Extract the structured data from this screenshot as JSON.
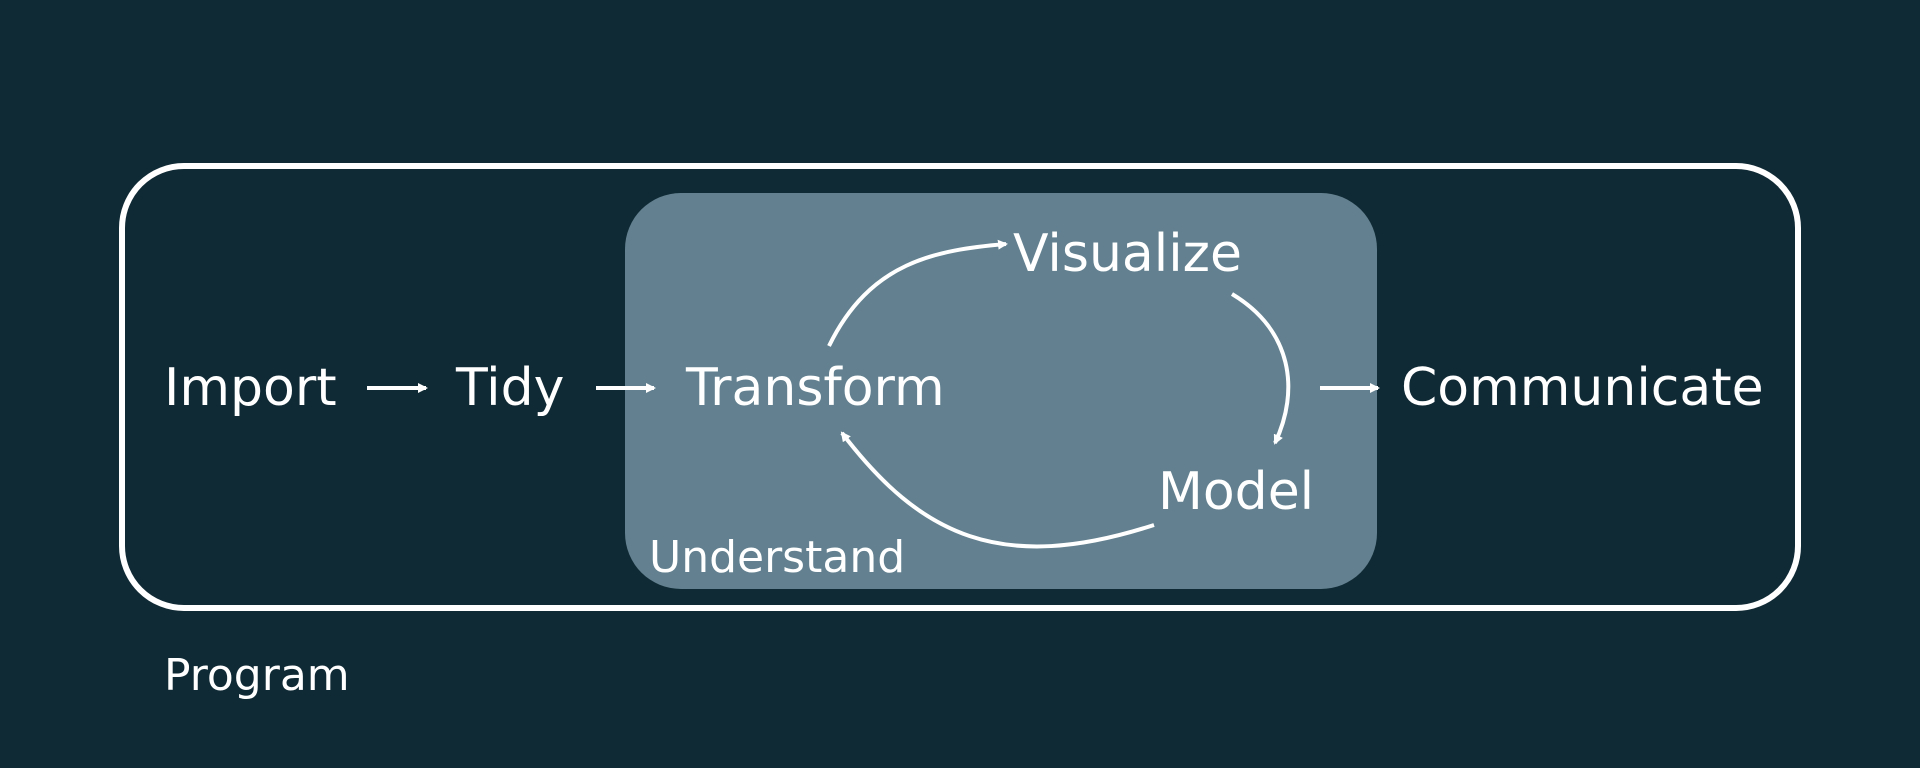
{
  "diagram": {
    "nodes": {
      "import": "Import",
      "tidy": "Tidy",
      "transform": "Transform",
      "visualize": "Visualize",
      "model": "Model",
      "communicate": "Communicate"
    },
    "groups": {
      "understand": "Understand",
      "program": "Program"
    }
  },
  "colors": {
    "background": "#102a35",
    "understand_fill": "#62808f",
    "foreground": "#ffffff"
  }
}
